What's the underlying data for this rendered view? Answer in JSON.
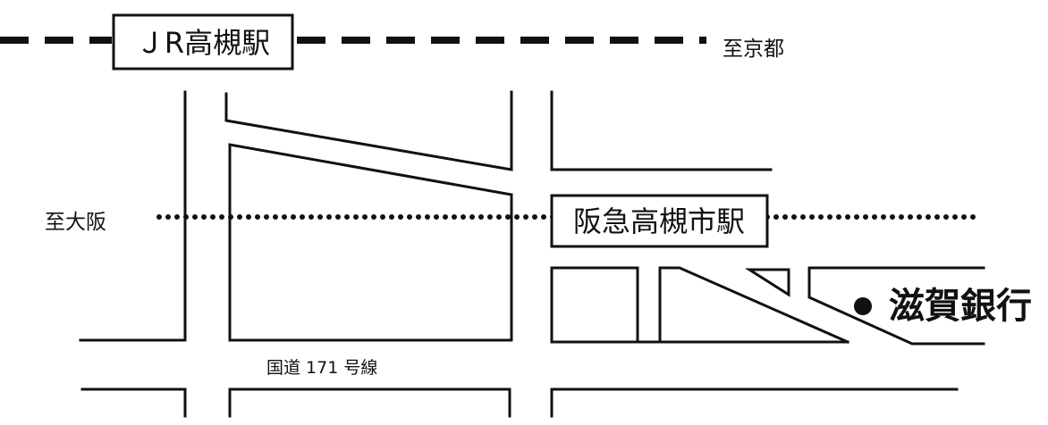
{
  "map": {
    "jr_station": "ＪR高槻駅",
    "to_kyoto": "至京都",
    "to_osaka": "至大阪",
    "hankyu_station": "阪急高槻市駅",
    "bank": "滋賀銀行",
    "route": "国道 171 号線"
  },
  "colors": {
    "ink": "#111111",
    "paper": "#ffffff"
  }
}
